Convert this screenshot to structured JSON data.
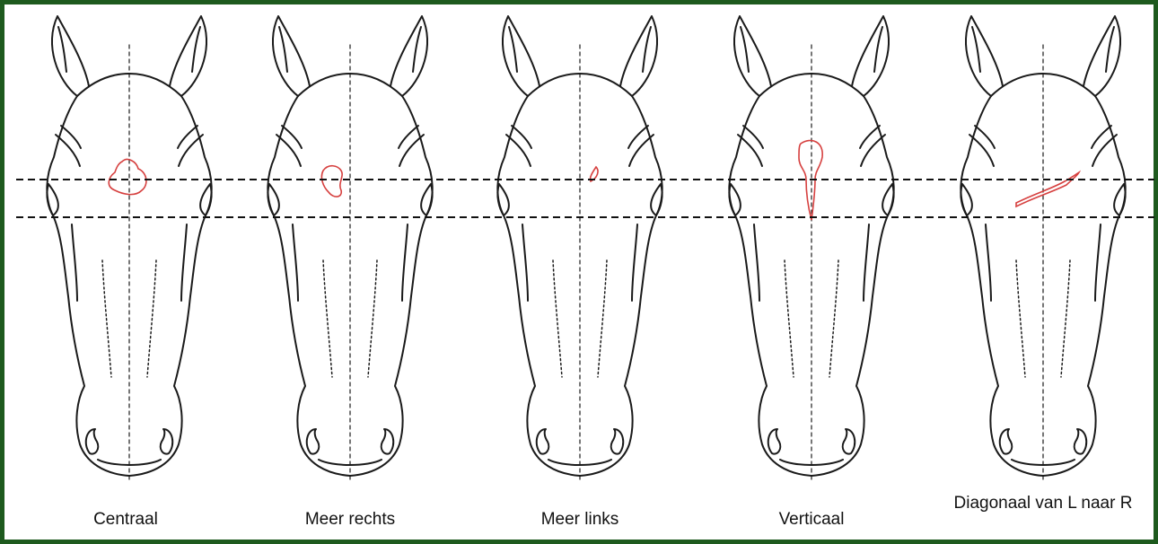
{
  "frame_color": "#1e5a1e",
  "outline_color": "#1a1a1a",
  "marking_color": "#d6403f",
  "panels": [
    {
      "label": "Centraal",
      "marking": "blob-center"
    },
    {
      "label": "Meer rechts",
      "marking": "blob-right"
    },
    {
      "label": "Meer links",
      "marking": "small-mark-left"
    },
    {
      "label": "Verticaal",
      "marking": "vertical-stripe"
    },
    {
      "label": "Diagonaal van L naar R",
      "marking": "diagonal-stripe"
    }
  ]
}
